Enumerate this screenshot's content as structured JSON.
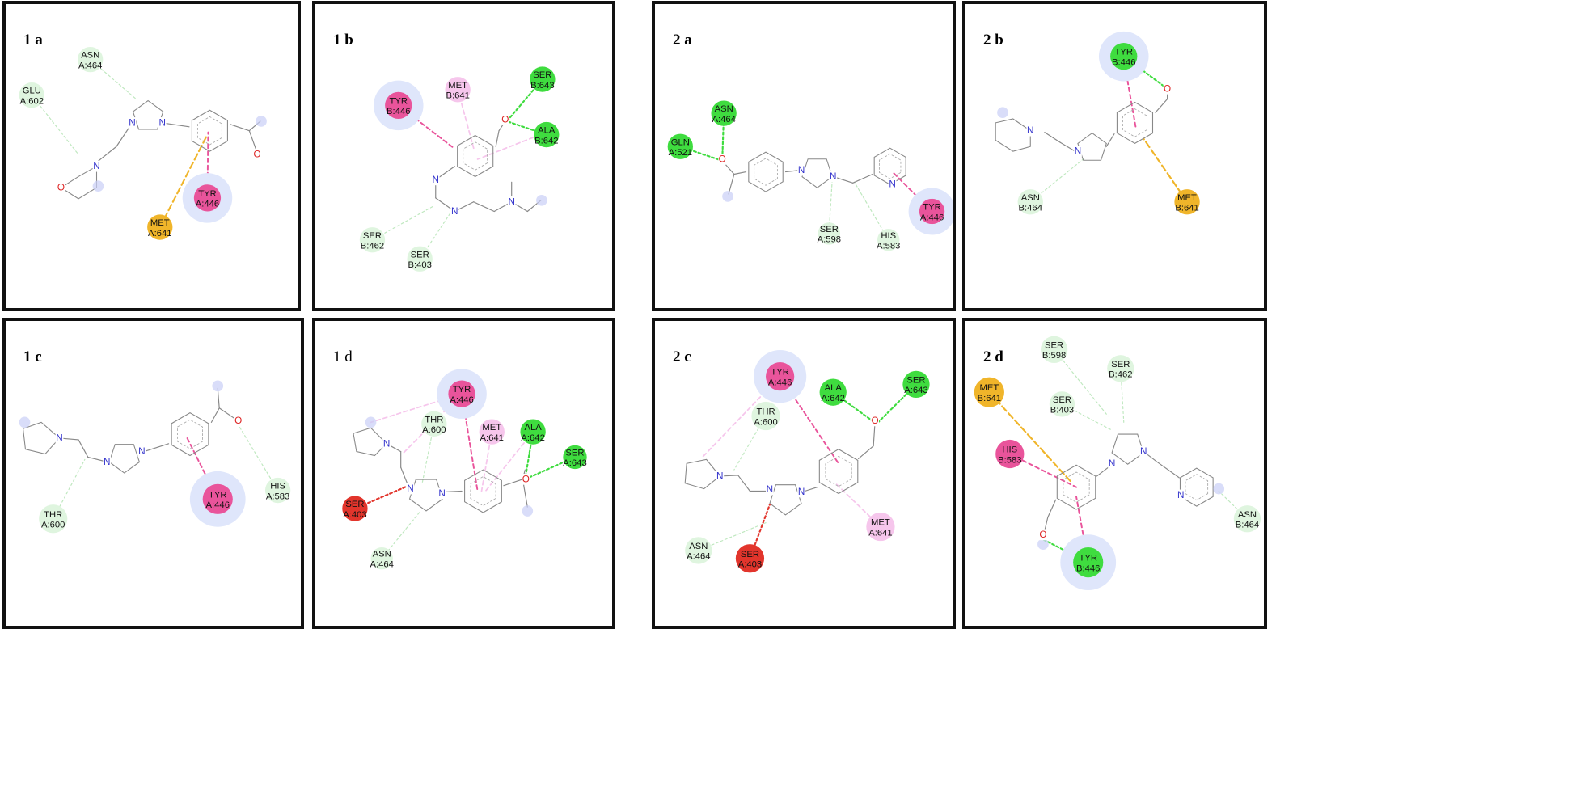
{
  "colors": {
    "vdw": "#dff5df",
    "hbond": "#3fdc3f",
    "pi_pi": "#e9549b",
    "pi_alkyl": "#f6c6ec",
    "pi_sulfur": "#f0b52a",
    "unfavorable": "#e2352c",
    "halo": "#dfe6fb",
    "bond": "#888888",
    "nitrogen": "#3333cc",
    "oxygen": "#dd2222"
  },
  "panels": [
    {
      "id": "1a",
      "label": "1 a",
      "residues": [
        {
          "l1": "ASN",
          "l2": "A:464",
          "type": "vdw"
        },
        {
          "l1": "GLU",
          "l2": "A:602",
          "type": "vdw"
        },
        {
          "l1": "MET",
          "l2": "A:641",
          "type": "pi_sulfur"
        },
        {
          "l1": "TYR",
          "l2": "A:446",
          "type": "pi_pi",
          "halo": true
        }
      ]
    },
    {
      "id": "1b",
      "label": "1 b",
      "residues": [
        {
          "l1": "MET",
          "l2": "B:641",
          "type": "pi_alkyl"
        },
        {
          "l1": "TYR",
          "l2": "B:446",
          "type": "pi_pi",
          "halo": true
        },
        {
          "l1": "SER",
          "l2": "B:643",
          "type": "hbond"
        },
        {
          "l1": "ALA",
          "l2": "B:642",
          "type": "hbond"
        },
        {
          "l1": "SER",
          "l2": "B:462",
          "type": "vdw"
        },
        {
          "l1": "SER",
          "l2": "B:403",
          "type": "vdw"
        }
      ]
    },
    {
      "id": "2a",
      "label": "2 a",
      "residues": [
        {
          "l1": "ASN",
          "l2": "A:464",
          "type": "hbond"
        },
        {
          "l1": "GLN",
          "l2": "A:521",
          "type": "hbond"
        },
        {
          "l1": "SER",
          "l2": "A:598",
          "type": "vdw"
        },
        {
          "l1": "HIS",
          "l2": "A:583",
          "type": "vdw"
        },
        {
          "l1": "TYR",
          "l2": "A:446",
          "type": "pi_pi",
          "halo": true
        }
      ]
    },
    {
      "id": "2b",
      "label": "2 b",
      "residues": [
        {
          "l1": "TYR",
          "l2": "B:446",
          "type": "hbond",
          "halo": true
        },
        {
          "l1": "ASN",
          "l2": "B:464",
          "type": "vdw"
        },
        {
          "l1": "MET",
          "l2": "B:641",
          "type": "pi_sulfur"
        }
      ]
    },
    {
      "id": "1c",
      "label": "1 c",
      "residues": [
        {
          "l1": "THR",
          "l2": "A:600",
          "type": "vdw"
        },
        {
          "l1": "TYR",
          "l2": "A:446",
          "type": "pi_pi",
          "halo": true
        },
        {
          "l1": "HIS",
          "l2": "A:583",
          "type": "vdw"
        }
      ]
    },
    {
      "id": "1d",
      "label": "1 d",
      "residues": [
        {
          "l1": "TYR",
          "l2": "A:446",
          "type": "pi_pi",
          "halo": true
        },
        {
          "l1": "THR",
          "l2": "A:600",
          "type": "vdw"
        },
        {
          "l1": "MET",
          "l2": "A:641",
          "type": "pi_alkyl"
        },
        {
          "l1": "ALA",
          "l2": "A:642",
          "type": "hbond"
        },
        {
          "l1": "SER",
          "l2": "A:643",
          "type": "hbond"
        },
        {
          "l1": "SER",
          "l2": "A:403",
          "type": "unfavorable"
        },
        {
          "l1": "ASN",
          "l2": "A:464",
          "type": "vdw"
        }
      ]
    },
    {
      "id": "2c",
      "label": "2 c",
      "residues": [
        {
          "l1": "TYR",
          "l2": "A:446",
          "type": "pi_pi",
          "halo": true
        },
        {
          "l1": "ALA",
          "l2": "A:642",
          "type": "hbond"
        },
        {
          "l1": "SER",
          "l2": "A:643",
          "type": "hbond"
        },
        {
          "l1": "THR",
          "l2": "A:600",
          "type": "vdw"
        },
        {
          "l1": "MET",
          "l2": "A:641",
          "type": "pi_alkyl"
        },
        {
          "l1": "ASN",
          "l2": "A:464",
          "type": "vdw"
        },
        {
          "l1": "SER",
          "l2": "A:403",
          "type": "unfavorable"
        }
      ]
    },
    {
      "id": "2d",
      "label": "2 d",
      "residues": [
        {
          "l1": "SER",
          "l2": "B:598",
          "type": "vdw"
        },
        {
          "l1": "SER",
          "l2": "B:462",
          "type": "vdw"
        },
        {
          "l1": "MET",
          "l2": "B:641",
          "type": "pi_sulfur"
        },
        {
          "l1": "SER",
          "l2": "B:403",
          "type": "vdw"
        },
        {
          "l1": "HIS",
          "l2": "B:583",
          "type": "pi_pi"
        },
        {
          "l1": "ASN",
          "l2": "B:464",
          "type": "vdw"
        },
        {
          "l1": "TYR",
          "l2": "B:446",
          "type": "hbond",
          "halo": true
        }
      ]
    }
  ]
}
